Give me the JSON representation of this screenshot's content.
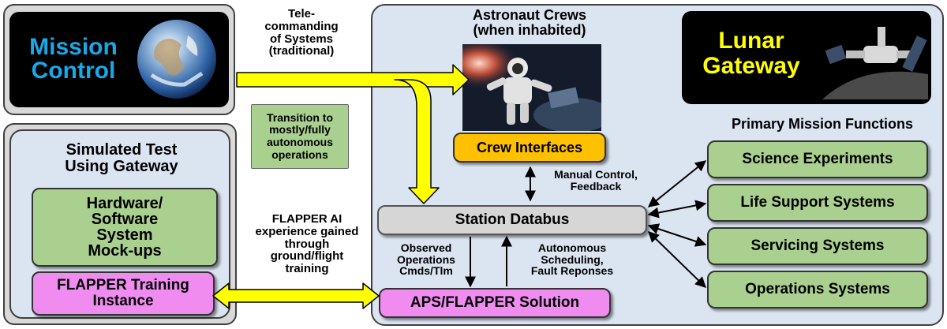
{
  "mission_control": {
    "title_line1": "Mission",
    "title_line2": "Control",
    "title_color": "#19a8e8"
  },
  "telecommanding": {
    "line1": "Tele-",
    "line2": "commanding",
    "line3": "of Systems",
    "line4": "(traditional)"
  },
  "transition": {
    "line1": "Transition to",
    "line2": "mostly/fully",
    "line3": "autonomous",
    "line4": "operations"
  },
  "simulated": {
    "title_line1": "Simulated Test",
    "title_line2": "Using Gateway",
    "mockups": {
      "line1": "Hardware/",
      "line2": "Software",
      "line3": "System",
      "line4": "Mock-ups"
    },
    "training": {
      "line1": "FLAPPER Training",
      "line2": "Instance"
    }
  },
  "experience": {
    "line1": "FLAPPER AI",
    "line2": "experience gained",
    "line3": "through",
    "line4": "ground/flight",
    "line5": "training"
  },
  "astronaut": {
    "title_line1": "Astronaut Crews",
    "title_line2": "(when inhabited)"
  },
  "crew_interfaces": "Crew Interfaces",
  "manual_control": {
    "line1": "Manual Control,",
    "line2": "Feedback"
  },
  "station_databus": "Station Databus",
  "observed": {
    "line1": "Observed",
    "line2": "Operations",
    "line3": "Cmds/Tlm"
  },
  "autonomous_sched": {
    "line1": "Autonomous",
    "line2": "Scheduling,",
    "line3": "Fault Reponses"
  },
  "aps_flapper": "APS/FLAPPER Solution",
  "lunar_gateway": {
    "line1": "Lunar",
    "line2": "Gateway",
    "color": "#ffff00"
  },
  "primary_functions": {
    "title": "Primary Mission Functions",
    "items": [
      "Science Experiments",
      "Life Support Systems",
      "Servicing Systems",
      "Operations Systems"
    ]
  },
  "colors": {
    "arrow_yellow": "#ffff00",
    "box_green": "#a9d08e",
    "box_pink": "#f08cf0",
    "box_orange": "#ffc000",
    "panel_blue": "#dbe5f1"
  }
}
